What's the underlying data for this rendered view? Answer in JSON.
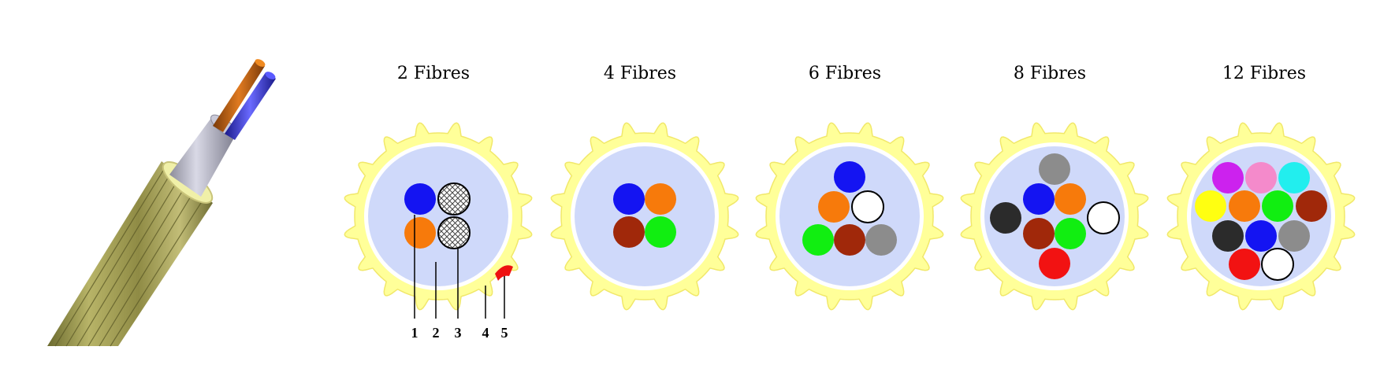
{
  "colors": {
    "jacket": "#ffff99",
    "jacket_edge": "#f1e86a",
    "core": "#cfd9fa",
    "ripcord": "#ee1111",
    "filler_hatch": "#444444",
    "fibre": {
      "blue": "#1414f2",
      "orange": "#f77a0b",
      "brown": "#a0280a",
      "green": "#11ee11",
      "white": "#ffffff",
      "grey": "#8c8c8c",
      "black": "#2b2b2b",
      "red": "#f21212",
      "magenta": "#cc22ee",
      "pink": "#f48acb",
      "cyan": "#22eeee",
      "yellow": "#ffff11"
    }
  },
  "cable_photo": {
    "icon": "fibre-cable-cutaway-icon",
    "label": ""
  },
  "sections": [
    {
      "id": "2",
      "title": "2 Fibres",
      "fibres": [
        "blue",
        "filler",
        "orange",
        "filler"
      ],
      "callouts": [
        "1",
        "2",
        "3",
        "4",
        "5"
      ]
    },
    {
      "id": "4",
      "title": "4 Fibres",
      "fibres": [
        "blue",
        "orange",
        "brown",
        "green"
      ]
    },
    {
      "id": "6",
      "title": "6 Fibres",
      "fibres": [
        "blue",
        "orange",
        "white",
        "green",
        "brown",
        "grey"
      ]
    },
    {
      "id": "8",
      "title": "8 Fibres",
      "fibres": [
        "grey",
        "blue",
        "orange",
        "black",
        "brown",
        "green",
        "white",
        "red"
      ]
    },
    {
      "id": "12",
      "title": "12 Fibres",
      "fibres": [
        "magenta",
        "pink",
        "cyan",
        "yellow",
        "orange",
        "green",
        "brown",
        "black",
        "blue",
        "grey",
        "red",
        "white"
      ]
    }
  ]
}
